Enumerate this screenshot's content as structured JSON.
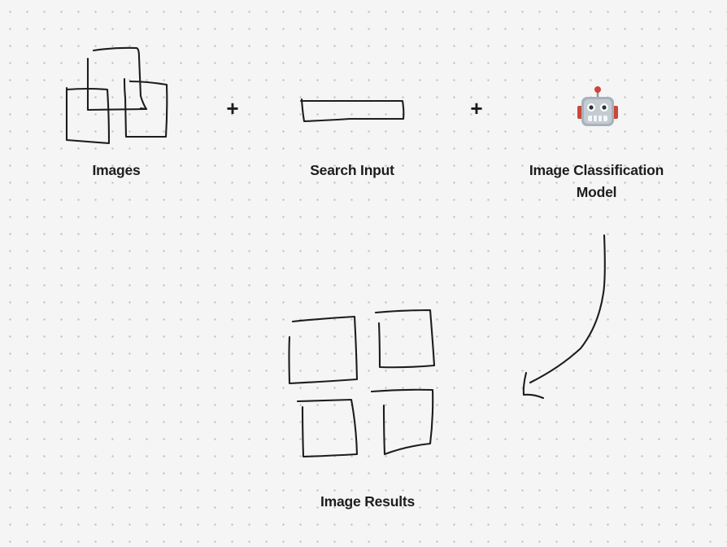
{
  "nodes": {
    "images": {
      "label": "Images"
    },
    "search_input": {
      "label": "Search Input"
    },
    "model": {
      "label": "Image Classification Model",
      "icon": "robot-icon"
    },
    "results": {
      "label": "Image Results"
    }
  },
  "operators": {
    "plus_1": "+",
    "plus_2": "+"
  },
  "colors": {
    "ink": "#1d1d1f",
    "canvas": "#f5f5f6",
    "grid_dot": "#c4c4c8",
    "robot_red": "#c9473f",
    "robot_gray": "#a9b2bb"
  }
}
